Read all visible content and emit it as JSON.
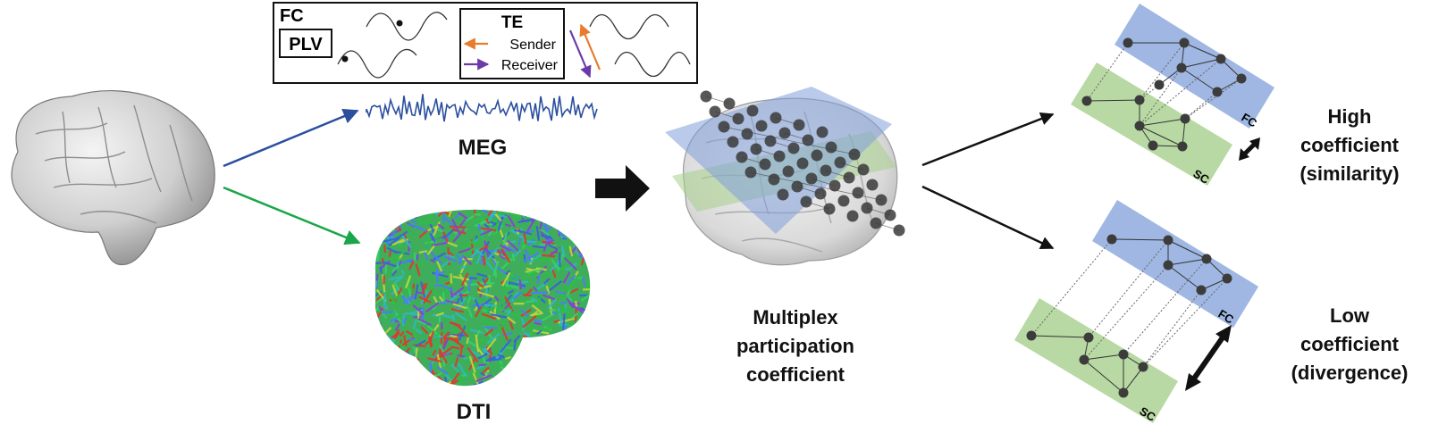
{
  "fc_box": {
    "title": "FC",
    "plv_label": "PLV",
    "te_title": "TE",
    "sender_label": "Sender",
    "receiver_label": "Receiver"
  },
  "labels": {
    "meg": "MEG",
    "dti": "DTI",
    "multiplex_line1": "Multiplex",
    "multiplex_line2": "participation",
    "multiplex_line3": "coefficient"
  },
  "high": {
    "line1": "High",
    "line2": "coefficient",
    "line3": "(similarity)",
    "fc_tag": "FC",
    "sc_tag": "SC"
  },
  "low": {
    "line1": "Low",
    "line2": "coefficient",
    "line3": "(divergence)",
    "fc_tag": "FC",
    "sc_tag": "SC"
  },
  "colors": {
    "meg_arrow": "#2b4f9e",
    "dti_arrow": "#1aa64a",
    "sender": "#e87b2c",
    "receiver": "#6b3aa8",
    "fc_layer": "#7f9fd8",
    "sc_layer": "#a6cf8c"
  }
}
